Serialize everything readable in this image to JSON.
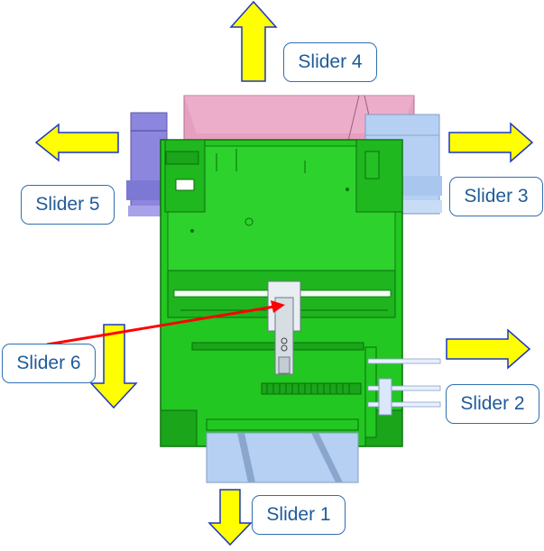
{
  "colors": {
    "arrow_fill": "#ffff00",
    "arrow_stroke": "#1a35c8",
    "pointer": "#ff0000",
    "body_green": "#22c722",
    "body_green_dark": "#0b6f0b",
    "pink_block": "#e79fc0",
    "purple_block": "#8c86df",
    "blue_block": "#b5d0f3",
    "label_border": "#2f6fb0",
    "label_text": "#1f5b98"
  },
  "labels": {
    "slider1": "Slider 1",
    "slider2": "Slider 2",
    "slider3": "Slider 3",
    "slider4": "Slider 4",
    "slider5": "Slider 5",
    "slider6": "Slider 6"
  },
  "arrows": [
    {
      "id": "slider4",
      "direction": "up"
    },
    {
      "id": "slider5",
      "direction": "left"
    },
    {
      "id": "slider3",
      "direction": "right"
    },
    {
      "id": "slider2",
      "direction": "right"
    },
    {
      "id": "slider1",
      "direction": "down"
    },
    {
      "id": "slider6",
      "direction": "down"
    }
  ]
}
